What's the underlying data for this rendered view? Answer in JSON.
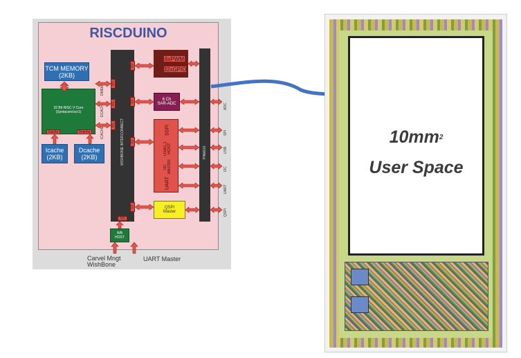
{
  "block_diagram": {
    "title": "RISCDUINO",
    "tcm_memory": {
      "line1": "TCM MEMORY",
      "line2": "(2KB)"
    },
    "core": {
      "line1": "32 Bit RISC V Core",
      "line2": "(Syntacore/scr1)",
      "icache_port": "Icache",
      "dcache_port": "Dcache"
    },
    "icache": {
      "line1": "Icache",
      "line2": "(2KB)"
    },
    "dcache": {
      "line1": "Dcache",
      "line2": "(2KB)"
    },
    "bus_labels": {
      "dmem": "DMEM",
      "dcache": "DCACHE",
      "icache": "ICACHE"
    },
    "interconnect": "WISHBONE INTERCONNECT",
    "pinmux": "PINMUX",
    "peripherals": {
      "pwm": "6xPWM",
      "gpio": "32xGPIO",
      "adc": {
        "line1": "6 Ch",
        "line2": "SAR-ADC"
      },
      "sspi": "SSPI",
      "usb": "USB1.1 HOST",
      "i2c": "I2C MASTER",
      "uart": "UART",
      "qspi": {
        "line1": "QSPI",
        "line2": "Master"
      }
    },
    "port_labels": {
      "s0": "S0",
      "s1": "S1",
      "s2": "S2",
      "s3": "S3",
      "m0": "M0",
      "m1": "M1",
      "m2": "M2",
      "m3": "M3"
    },
    "wb_host": {
      "line1": "WB",
      "line2": "HOST"
    },
    "side_labels": [
      "ADC",
      "SPI",
      "USB",
      "I2C",
      "UART",
      "QSPI"
    ],
    "bottom_left": {
      "line1": "Carvel Mngt",
      "line2": "WishBone"
    },
    "bottom_right": "UART Master"
  },
  "chip": {
    "line1": "10mm",
    "sup": "2",
    "line2": "User Space"
  },
  "colors": {
    "arrow": "#4472c4",
    "title": "#3e57a3"
  }
}
